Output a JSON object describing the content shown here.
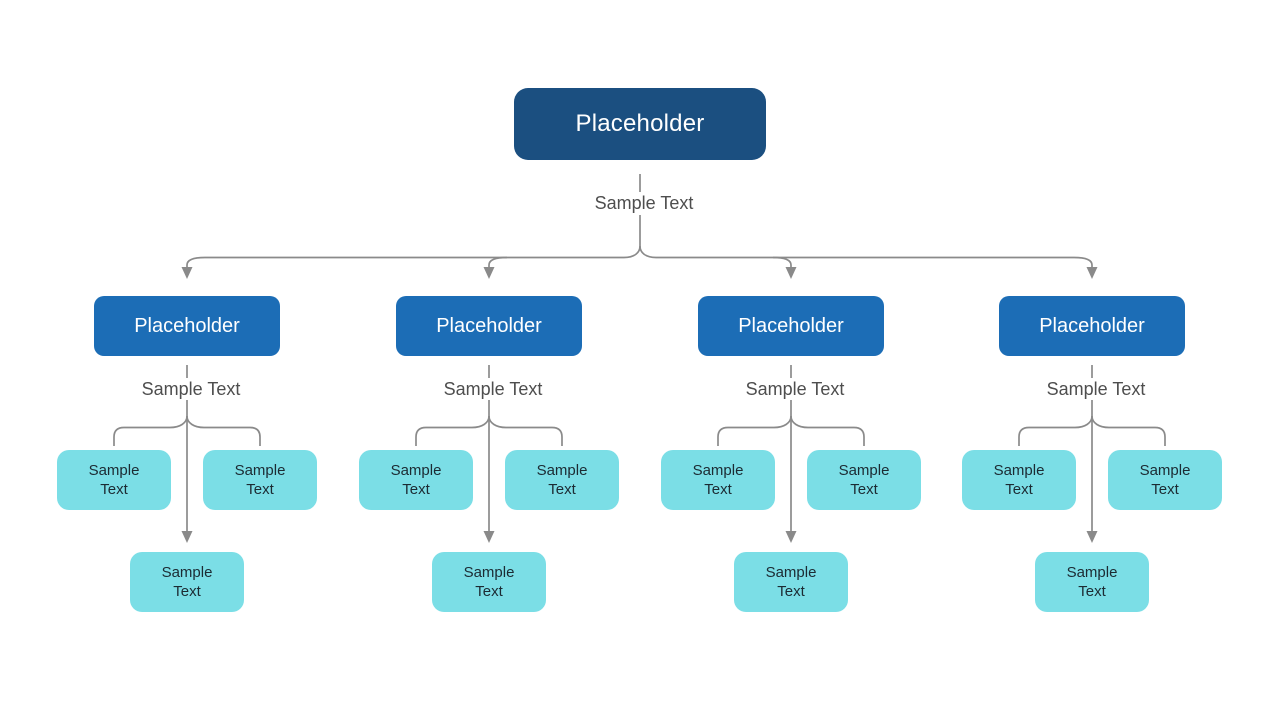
{
  "colors": {
    "root_fill": "#1B4F80",
    "branch_fill": "#1C6DB6",
    "leaf_fill": "#7BDEE6",
    "line": "#8A8A8A",
    "label_text": "#4E4E4E",
    "leaf_text": "#1C2B33",
    "node_text": "#FFFFFF"
  },
  "root": {
    "label": "Placeholder",
    "connector_label": "Sample Text"
  },
  "groups": [
    {
      "label": "Placeholder",
      "connector_label": "Sample Text",
      "left_child": "Sample\nText",
      "right_child": "Sample\nText",
      "bottom_child": "Sample\nText"
    },
    {
      "label": "Placeholder",
      "connector_label": "Sample Text",
      "left_child": "Sample\nText",
      "right_child": "Sample\nText",
      "bottom_child": "Sample\nText"
    },
    {
      "label": "Placeholder",
      "connector_label": "Sample Text",
      "left_child": "Sample\nText",
      "right_child": "Sample\nText",
      "bottom_child": "Sample\nText"
    },
    {
      "label": "Placeholder",
      "connector_label": "Sample Text",
      "left_child": "Sample\nText",
      "right_child": "Sample\nText",
      "bottom_child": "Sample\nText"
    }
  ]
}
